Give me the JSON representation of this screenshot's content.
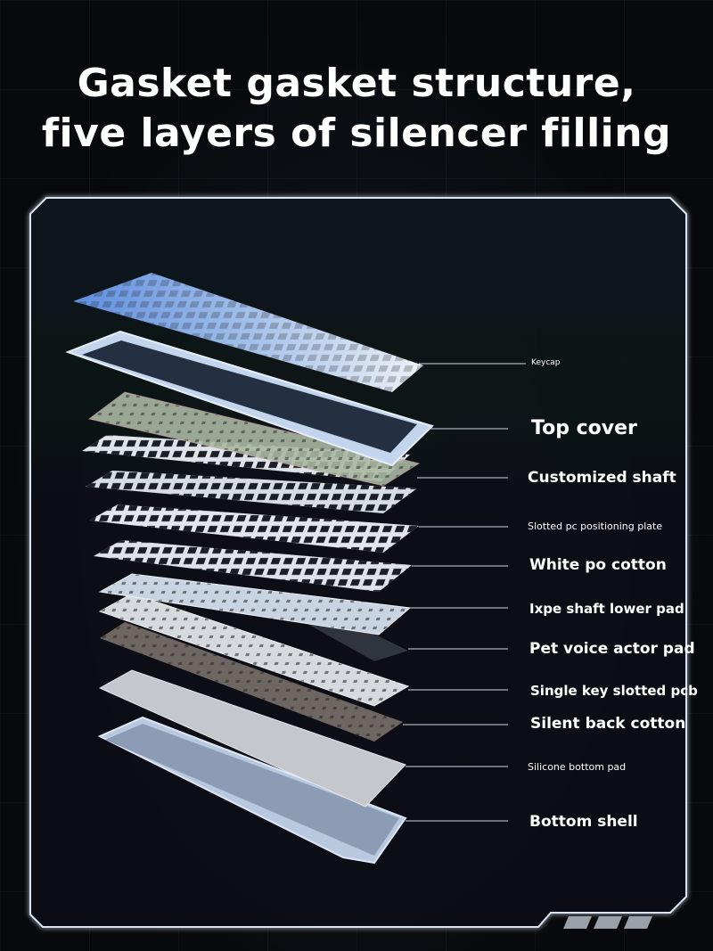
{
  "headline": {
    "line1": "Gasket gasket structure,",
    "line2": "five layers of silencer filling"
  },
  "layers": [
    {
      "label": "Keycap"
    },
    {
      "label": "Top cover"
    },
    {
      "label": "Customized shaft"
    },
    {
      "label": "Slotted pc positioning plate"
    },
    {
      "label": "White po cotton"
    },
    {
      "label": "Ixpe shaft lower pad"
    },
    {
      "label": "Pet voice actor pad"
    },
    {
      "label": "Single key slotted pcb"
    },
    {
      "label": "Silent back cotton"
    },
    {
      "label": "Silicone bottom pad"
    },
    {
      "label": "Bottom shell"
    }
  ],
  "colors": {
    "background": "#050608",
    "frame_glow": "#dfe9ff",
    "keycap_blue": "#6f9ae0",
    "keycap_white": "#e6ecf4",
    "top_cover": "#bcd0ea",
    "switch_green": "#9fb398",
    "plate": "#d8dde3",
    "pet_pad": "#6b6562",
    "bottom_shell": "#a9bcd8"
  }
}
